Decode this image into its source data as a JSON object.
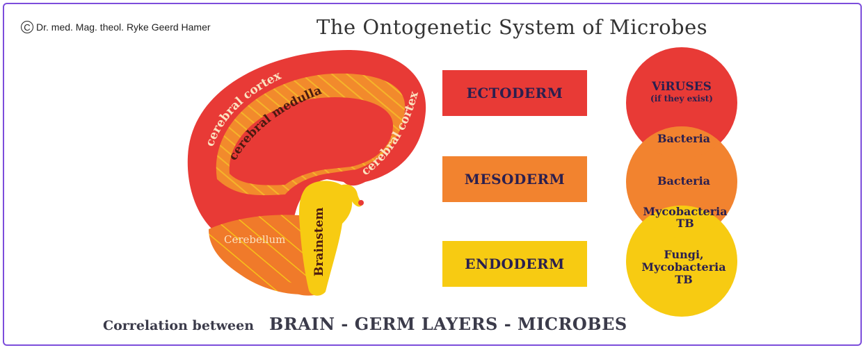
{
  "copyright": "Dr. med. Mag. theol. Ryke Geerd Hamer",
  "title": "The Ontogenetic System of Microbes",
  "brain": {
    "cortex_left": "cerebral cortex",
    "cortex_right": "cerebral cortex",
    "medulla": "cerebral medulla",
    "cerebellum": "Cerebellum",
    "brainstem": "Brainstem"
  },
  "layers": {
    "ectoderm": "ECTODERM",
    "mesoderm": "MESODERM",
    "endoderm": "ENDODERM"
  },
  "microbes": {
    "viruses": "ViRUSES",
    "viruses_note": "(if they exist)",
    "bacteria_overlap": "Bacteria",
    "bacteria": "Bacteria",
    "myco_overlap_1": "Mycobacteria",
    "myco_overlap_2": "TB",
    "fungi": "Fungi,",
    "myco": "Mycobacteria",
    "tb": "TB"
  },
  "footer": {
    "prefix": "Correlation between",
    "main": "BRAIN - GERM LAYERS - MICROBES"
  },
  "colors": {
    "ectoderm": "#e83a36",
    "mesoderm": "#f2832f",
    "endoderm": "#f7cb12",
    "frame": "#7c4ddb"
  }
}
